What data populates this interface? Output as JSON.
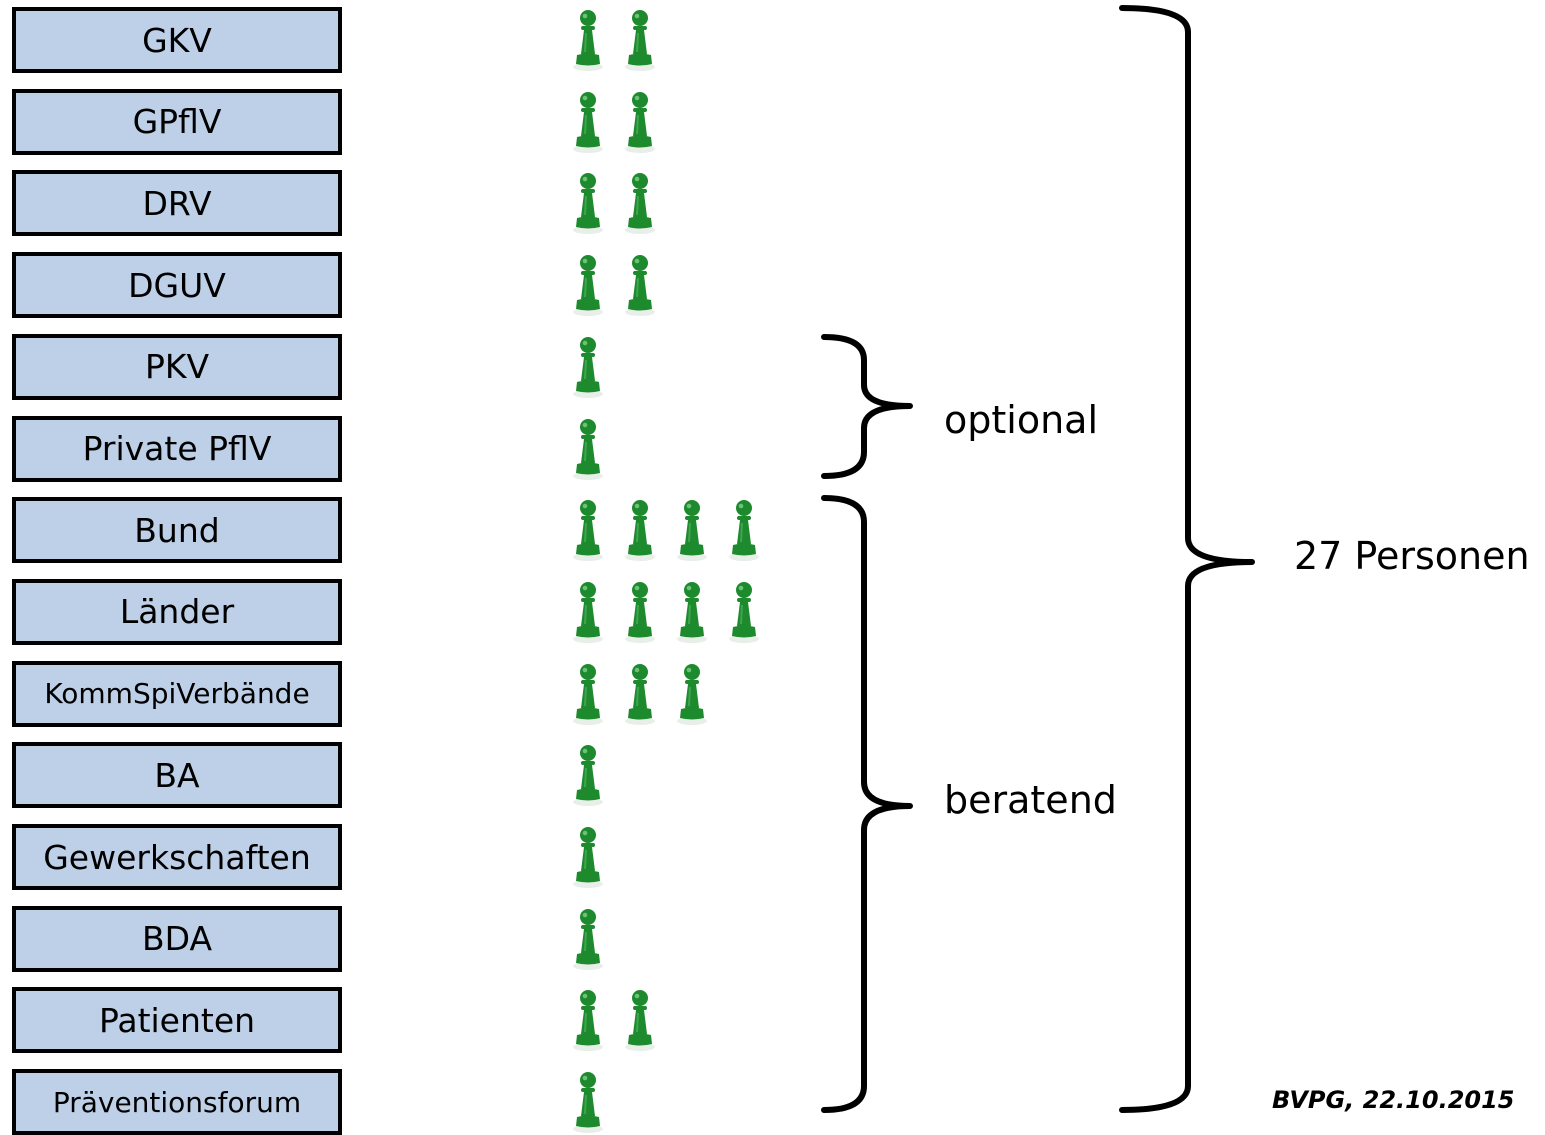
{
  "rows": [
    {
      "label": "GKV",
      "persons": 2
    },
    {
      "label": "GPflV",
      "persons": 2
    },
    {
      "label": "DRV",
      "persons": 2
    },
    {
      "label": "DGUV",
      "persons": 2
    },
    {
      "label": "PKV",
      "persons": 1
    },
    {
      "label": "Private PflV",
      "persons": 1
    },
    {
      "label": "Bund",
      "persons": 4
    },
    {
      "label": "Länder",
      "persons": 4
    },
    {
      "label": "KommSpiVerbände",
      "persons": 3
    },
    {
      "label": "BA",
      "persons": 1
    },
    {
      "label": "Gewerkschaften",
      "persons": 1
    },
    {
      "label": "BDA",
      "persons": 1
    },
    {
      "label": "Patienten",
      "persons": 2
    },
    {
      "label": "Präventionsforum",
      "persons": 1
    }
  ],
  "groups": {
    "optional": "optional",
    "beratend": "beratend",
    "total": "27 Personen"
  },
  "footer": "BVPG, 22.10.2015",
  "colors": {
    "box_fill": "#bed0e8",
    "pawn": "#1e8a2e"
  },
  "icon": "pawn-icon"
}
